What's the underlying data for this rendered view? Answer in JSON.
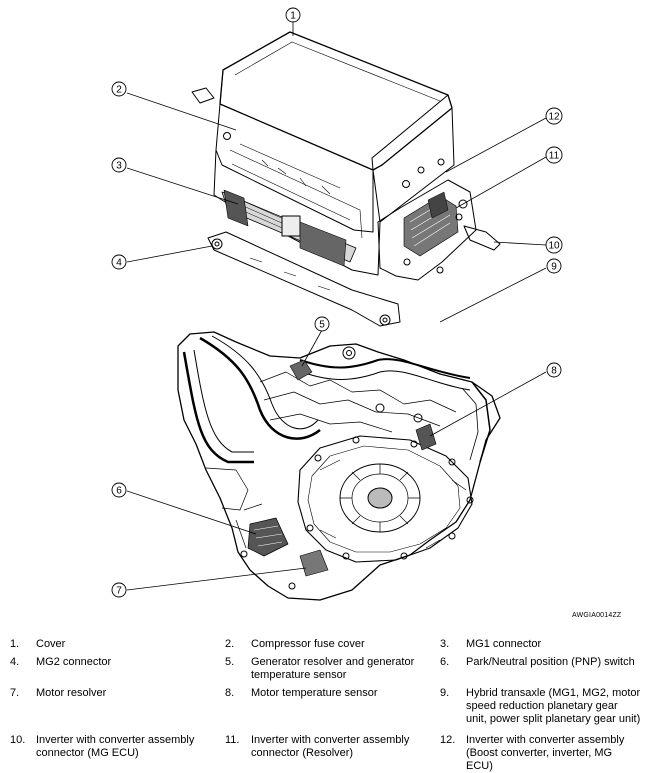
{
  "drawing_code": "AWGIA0014ZZ",
  "callouts": [
    "1",
    "2",
    "3",
    "4",
    "5",
    "6",
    "7",
    "8",
    "9",
    "10",
    "11",
    "12"
  ],
  "legend": [
    {
      "num": "1.",
      "text": "Cover"
    },
    {
      "num": "2.",
      "text": "Compressor fuse cover"
    },
    {
      "num": "3.",
      "text": "MG1 connector"
    },
    {
      "num": "4.",
      "text": "MG2 connector"
    },
    {
      "num": "5.",
      "text": "Generator resolver and generator temperature sensor"
    },
    {
      "num": "6.",
      "text": "Park/Neutral position (PNP) switch"
    },
    {
      "num": "7.",
      "text": "Motor resolver"
    },
    {
      "num": "8.",
      "text": "Motor temperature sensor"
    },
    {
      "num": "9.",
      "text": "Hybrid transaxle (MG1, MG2, motor speed reduction planetary gear unit, power split planetary gear unit)"
    },
    {
      "num": "10.",
      "text": "Inverter with converter assembly connector (MG ECU)"
    },
    {
      "num": "11.",
      "text": "Inverter with converter assembly connector (Resolver)"
    },
    {
      "num": "12.",
      "text": "Inverter with converter assembly (Boost converter, inverter, MG ECU)"
    }
  ]
}
